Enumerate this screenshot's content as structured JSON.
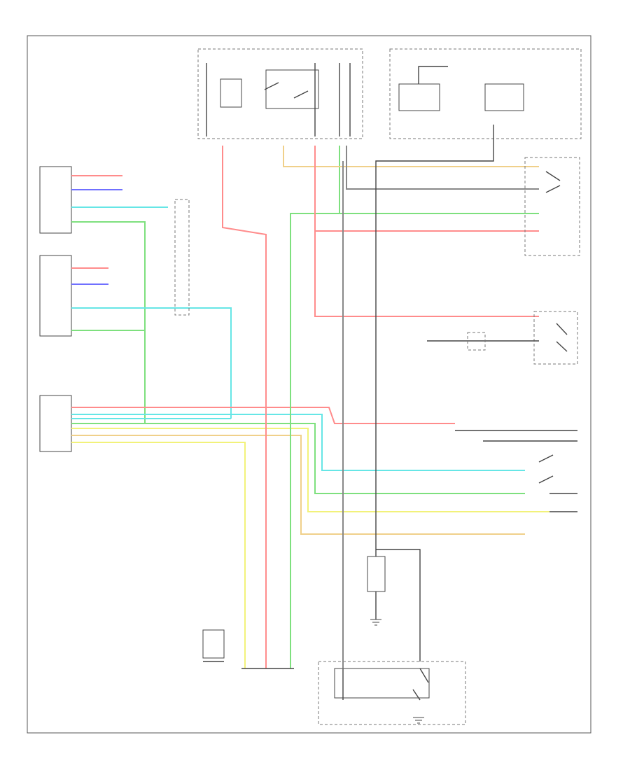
{
  "diagram": {
    "kind": "automotive wiring schematic",
    "footer_code": "",
    "text_legible": false,
    "wire_colors": {
      "red": "#ff8c8c",
      "green": "#7ee07e",
      "cyan": "#66e6e6",
      "yellow": "#f2f27a",
      "tan": "#f0d08a",
      "gray": "#888888",
      "black": "#444444",
      "blue": "#7070ff"
    },
    "components": [
      {
        "id": "fuse-relay-box"
      },
      {
        "id": "fuse-box-right"
      },
      {
        "id": "control-unit-upper"
      },
      {
        "id": "control-unit-lower"
      },
      {
        "id": "splice-connector"
      },
      {
        "id": "powertrain-control-module"
      },
      {
        "id": "park-neutral-switch"
      },
      {
        "id": "brake-pedal-switch"
      },
      {
        "id": "transmission-range-switch"
      },
      {
        "id": "battery"
      },
      {
        "id": "starter-motor"
      },
      {
        "id": "data-link-connector"
      }
    ]
  }
}
